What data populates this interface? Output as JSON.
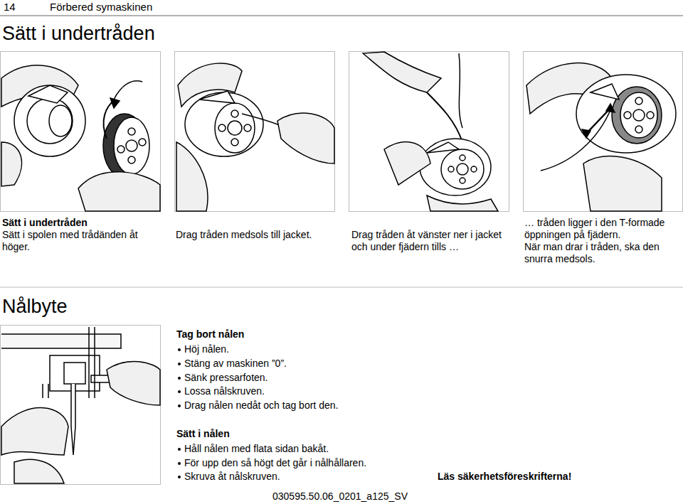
{
  "diagram": {
    "title": "Sätt i undertråden",
    "labels": [
      "14",
      "Förbered symaskinen",
      "Sätt i undertråden",
      "Sätt i spolen med trådänden åt höger.",
      "Drag tråden medsols till jacket.",
      "Drag tråden åt vänster ner i jacket och under fjädern tills …",
      "… tråden ligger i den T-formade öppningen på fjädern.",
      "När man drar i tråden, ska den snurra medsols.",
      "Nålbyte",
      "Tag bort nålen",
      "Höj nålen.",
      "Stäng av maskinen ”0”.",
      "Sänk pressarfoten.",
      "Lossa nålskruven.",
      "Drag nålen nedåt och tag bort den.",
      "Sätt i nålen",
      "Håll nålen med flata sidan bakåt.",
      "För upp den så högt det går i nålhållaren.",
      "Skruva åt nålskruven.",
      "Läs säkerhetsföreskrifterna!",
      "030595.50.06_0201_a125_SV"
    ]
  }
}
